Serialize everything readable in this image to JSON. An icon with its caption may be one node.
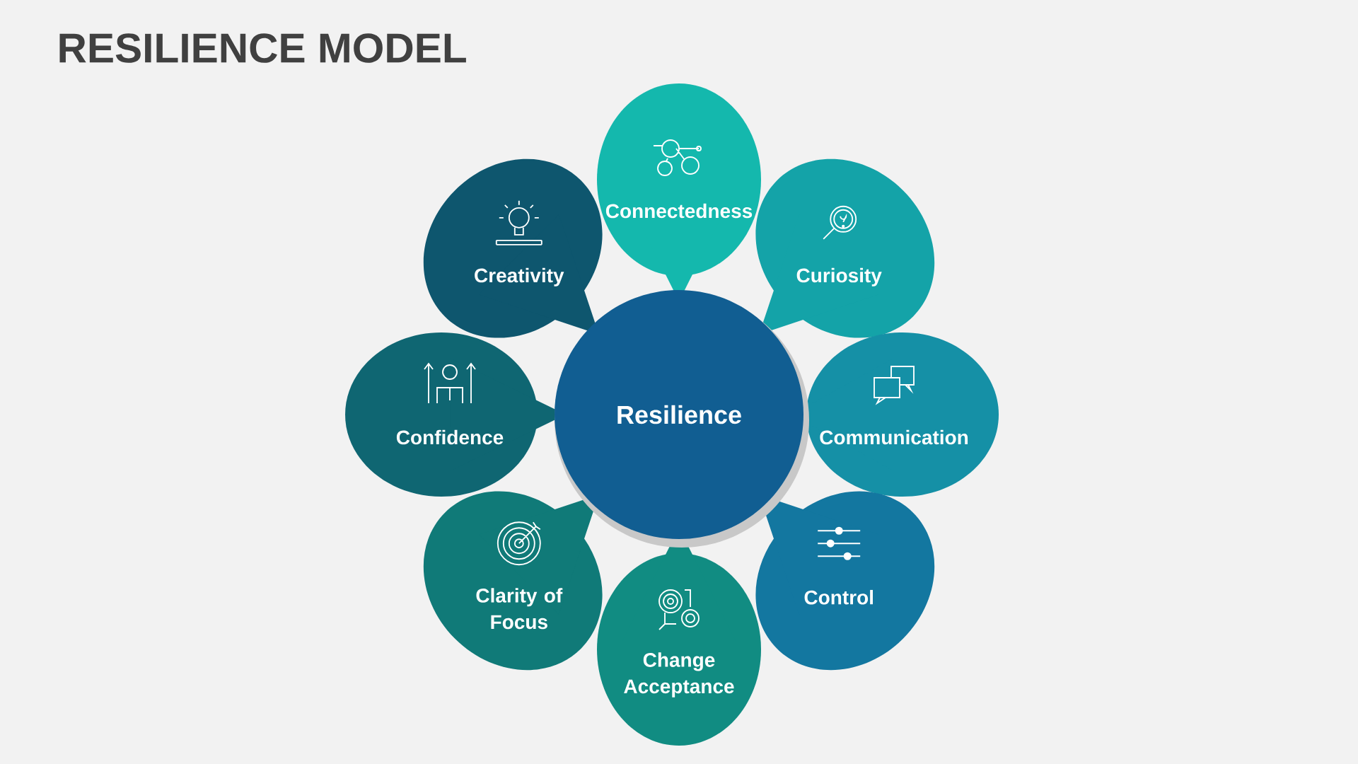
{
  "diagram": {
    "title": "RESILIENCE MODEL",
    "nodes": [
      {
        "text": [
          "Resilience"
        ]
      },
      {
        "text": [
          "Connectedness"
        ]
      },
      {
        "text": [
          "Curiosity"
        ]
      },
      {
        "text": [
          "Communication"
        ]
      },
      {
        "text": [
          "Control"
        ]
      },
      {
        "text": [
          "Change Acceptance"
        ]
      },
      {
        "text": [
          "Clarity of Focus"
        ]
      },
      {
        "text": [
          "Confidence"
        ]
      },
      {
        "text": [
          "Creativity"
        ]
      }
    ]
  }
}
